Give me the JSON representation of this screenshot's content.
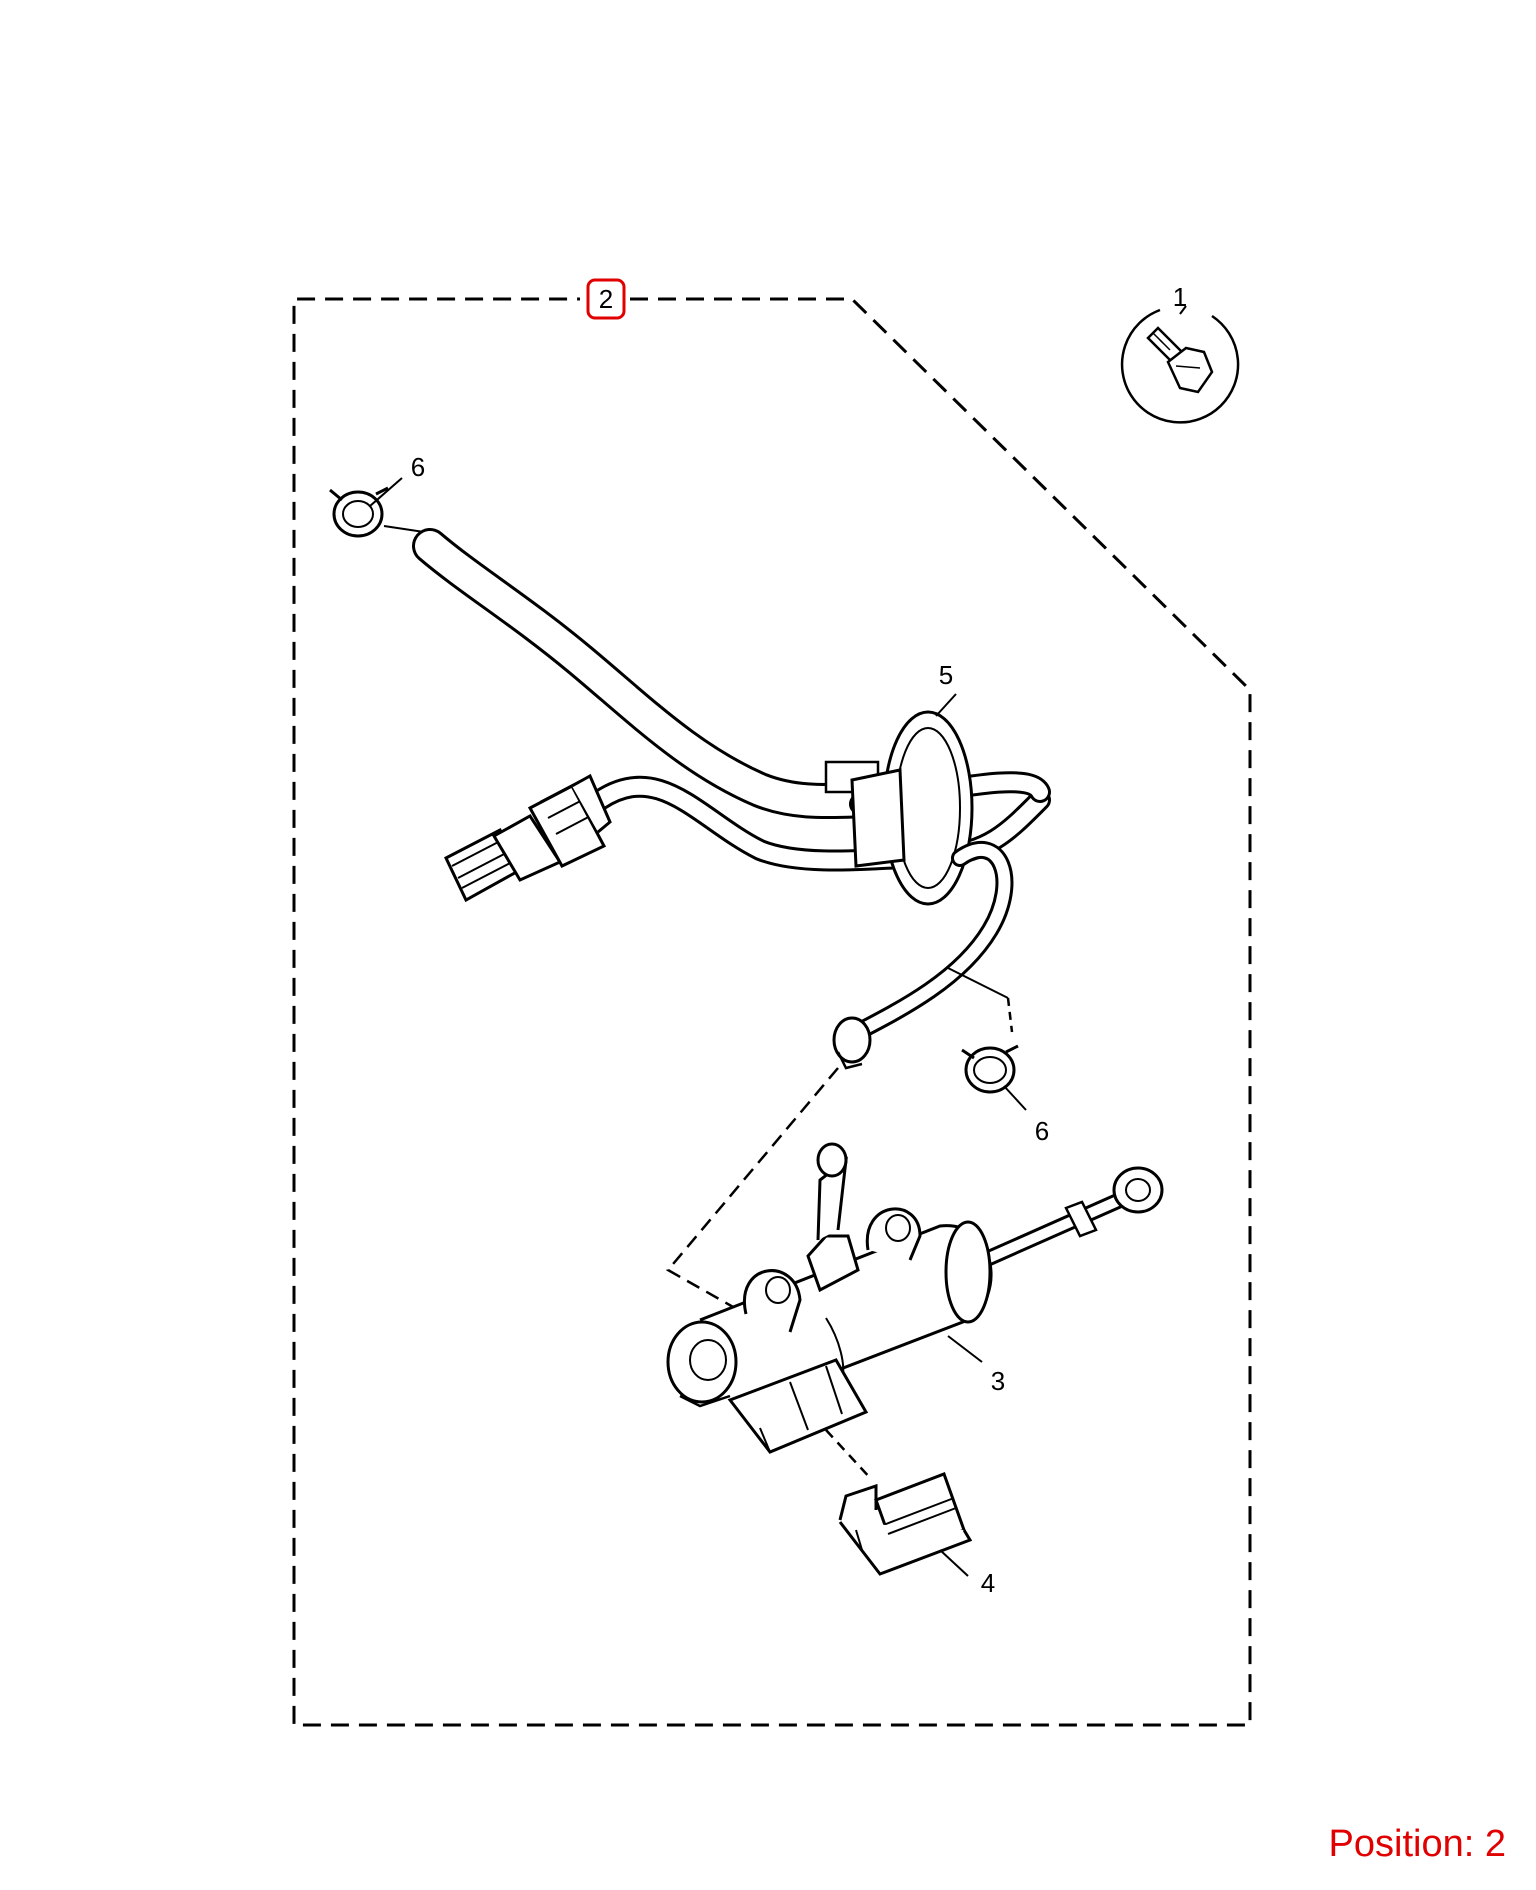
{
  "callouts": {
    "c1": "1",
    "c2": "2",
    "c3": "3",
    "c4": "4",
    "c5": "5",
    "c6a": "6",
    "c6b": "6"
  },
  "position_label": "Position: 2",
  "colors": {
    "highlight": "#e00000",
    "line": "#000000",
    "background": "#ffffff"
  }
}
